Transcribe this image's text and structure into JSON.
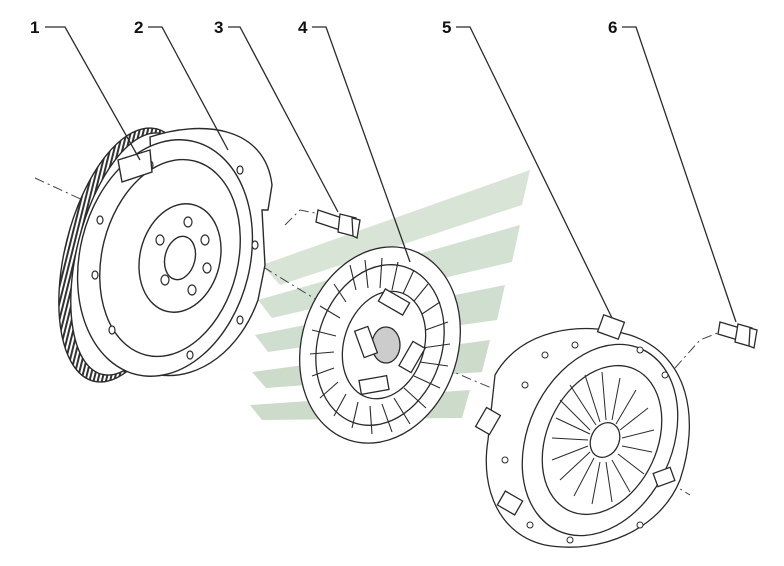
{
  "callouts": [
    {
      "id": "1",
      "label": "1"
    },
    {
      "id": "2",
      "label": "2"
    },
    {
      "id": "3",
      "label": "3"
    },
    {
      "id": "4",
      "label": "4"
    },
    {
      "id": "5",
      "label": "5"
    },
    {
      "id": "6",
      "label": "6"
    }
  ],
  "parts": [
    {
      "callout": "1",
      "icon": "flywheel-ring-gear-icon"
    },
    {
      "callout": "2",
      "icon": "flywheel-icon"
    },
    {
      "callout": "3",
      "icon": "flywheel-bolt-icon"
    },
    {
      "callout": "4",
      "icon": "clutch-disc-icon"
    },
    {
      "callout": "5",
      "icon": "pressure-plate-icon"
    },
    {
      "callout": "6",
      "icon": "pressure-plate-bolt-icon"
    }
  ],
  "colors": {
    "line": "#2a2a2a",
    "background": "#ffffff",
    "watermark": "#8fb08c"
  }
}
